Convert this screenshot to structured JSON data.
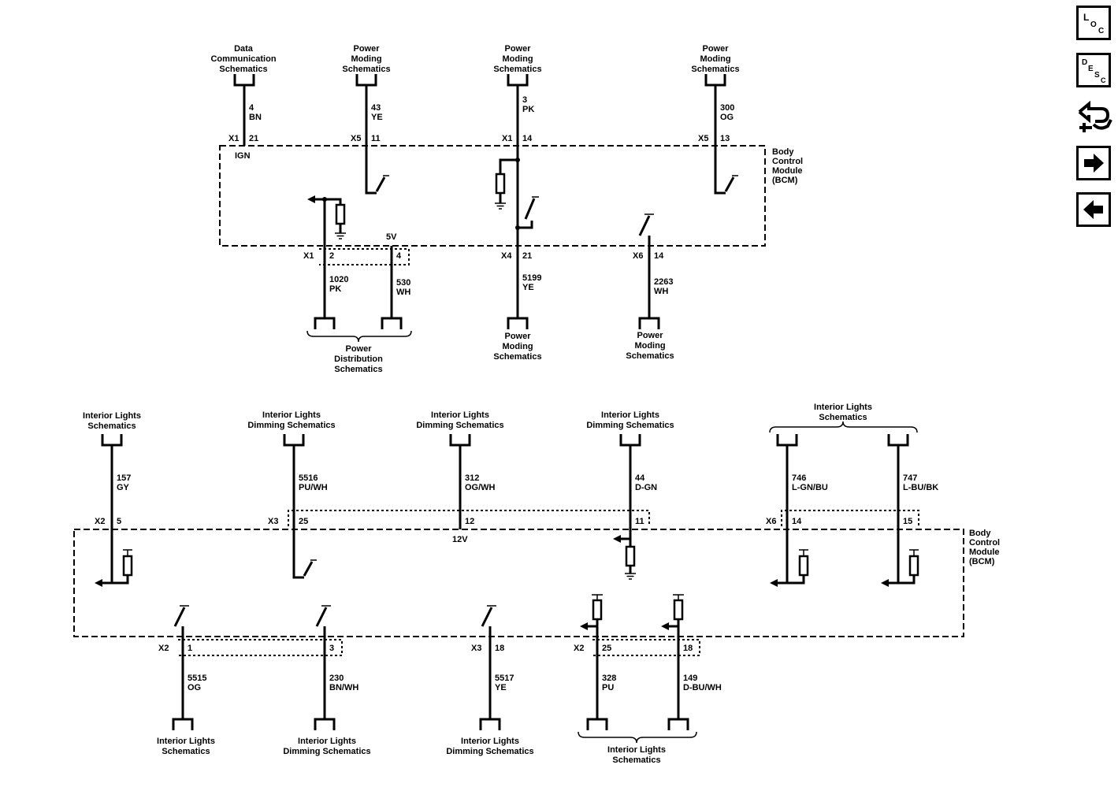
{
  "nav": {
    "loc_letters": [
      "L",
      "O",
      "C"
    ],
    "desc_letters": [
      "D",
      "E",
      "S",
      "C"
    ]
  },
  "top": {
    "module": [
      "Body",
      "Control",
      "Module",
      "(BCM)"
    ],
    "in_wires": [
      {
        "dest": [
          "Data",
          "Communication",
          "Schematics"
        ],
        "circuit": "4",
        "color": "BN",
        "connector": "X1",
        "pin": "21"
      },
      {
        "dest": [
          "Power",
          "Moding",
          "Schematics"
        ],
        "circuit": "43",
        "color": "YE",
        "connector": "X5",
        "pin": "11"
      },
      {
        "dest": [
          "Power",
          "Moding",
          "Schematics"
        ],
        "circuit": "3",
        "color": "PK",
        "connector": "X1",
        "pin": "14"
      },
      {
        "dest": [
          "Power",
          "Moding",
          "Schematics"
        ],
        "circuit": "300",
        "color": "OG",
        "connector": "X5",
        "pin": "13"
      }
    ],
    "ign_label": "IGN",
    "vref_label": "5V",
    "out_wires": [
      {
        "connector": "X1",
        "pin": "2",
        "circuit": "1020",
        "color": "PK"
      },
      {
        "connector": "",
        "pin": "4",
        "circuit": "530",
        "color": "WH"
      },
      {
        "connector": "X4",
        "pin": "21",
        "circuit": "5199",
        "color": "YE"
      },
      {
        "connector": "X6",
        "pin": "14",
        "circuit": "2263",
        "color": "WH"
      }
    ],
    "out_dests": [
      [
        "Power",
        "Distribution",
        "Schematics"
      ],
      [
        "Power",
        "Moding",
        "Schematics"
      ],
      [
        "Power",
        "Moding",
        "Schematics"
      ]
    ]
  },
  "bottom": {
    "module": [
      "Body",
      "Control",
      "Module",
      "(BCM)"
    ],
    "in_dests": [
      [
        "Interior Lights",
        "Schematics"
      ],
      [
        "Interior Lights",
        "Dimming Schematics"
      ],
      [
        "Interior Lights",
        "Dimming Schematics"
      ],
      [
        "Interior Lights",
        "Dimming Schematics"
      ],
      [
        "Interior Lights",
        "Schematics"
      ]
    ],
    "in_wires": [
      {
        "connector": "X2",
        "pin": "5",
        "circuit": "157",
        "color": "GY"
      },
      {
        "connector": "X3",
        "pin": "25",
        "circuit": "5516",
        "color": "PU/WH"
      },
      {
        "connector": "",
        "pin": "12",
        "circuit": "312",
        "color": "OG/WH"
      },
      {
        "connector": "",
        "pin": "11",
        "circuit": "44",
        "color": "D-GN"
      },
      {
        "connector": "X6",
        "pin": "14",
        "circuit": "746",
        "color": "L-GN/BU"
      },
      {
        "connector": "",
        "pin": "15",
        "circuit": "747",
        "color": "L-BU/BK"
      }
    ],
    "vref_label": "12V",
    "out_wires": [
      {
        "connector": "X2",
        "pin": "1",
        "circuit": "5515",
        "color": "OG"
      },
      {
        "connector": "",
        "pin": "3",
        "circuit": "230",
        "color": "BN/WH"
      },
      {
        "connector": "X3",
        "pin": "18",
        "circuit": "5517",
        "color": "YE"
      },
      {
        "connector": "X2",
        "pin": "25",
        "circuit": "328",
        "color": "PU"
      },
      {
        "connector": "",
        "pin": "18",
        "circuit": "149",
        "color": "D-BU/WH"
      }
    ],
    "out_dests": [
      [
        "Interior Lights",
        "Schematics"
      ],
      [
        "Interior Lights",
        "Dimming Schematics"
      ],
      [
        "Interior Lights",
        "Dimming Schematics"
      ],
      [
        "Interior Lights",
        "Schematics"
      ]
    ]
  }
}
